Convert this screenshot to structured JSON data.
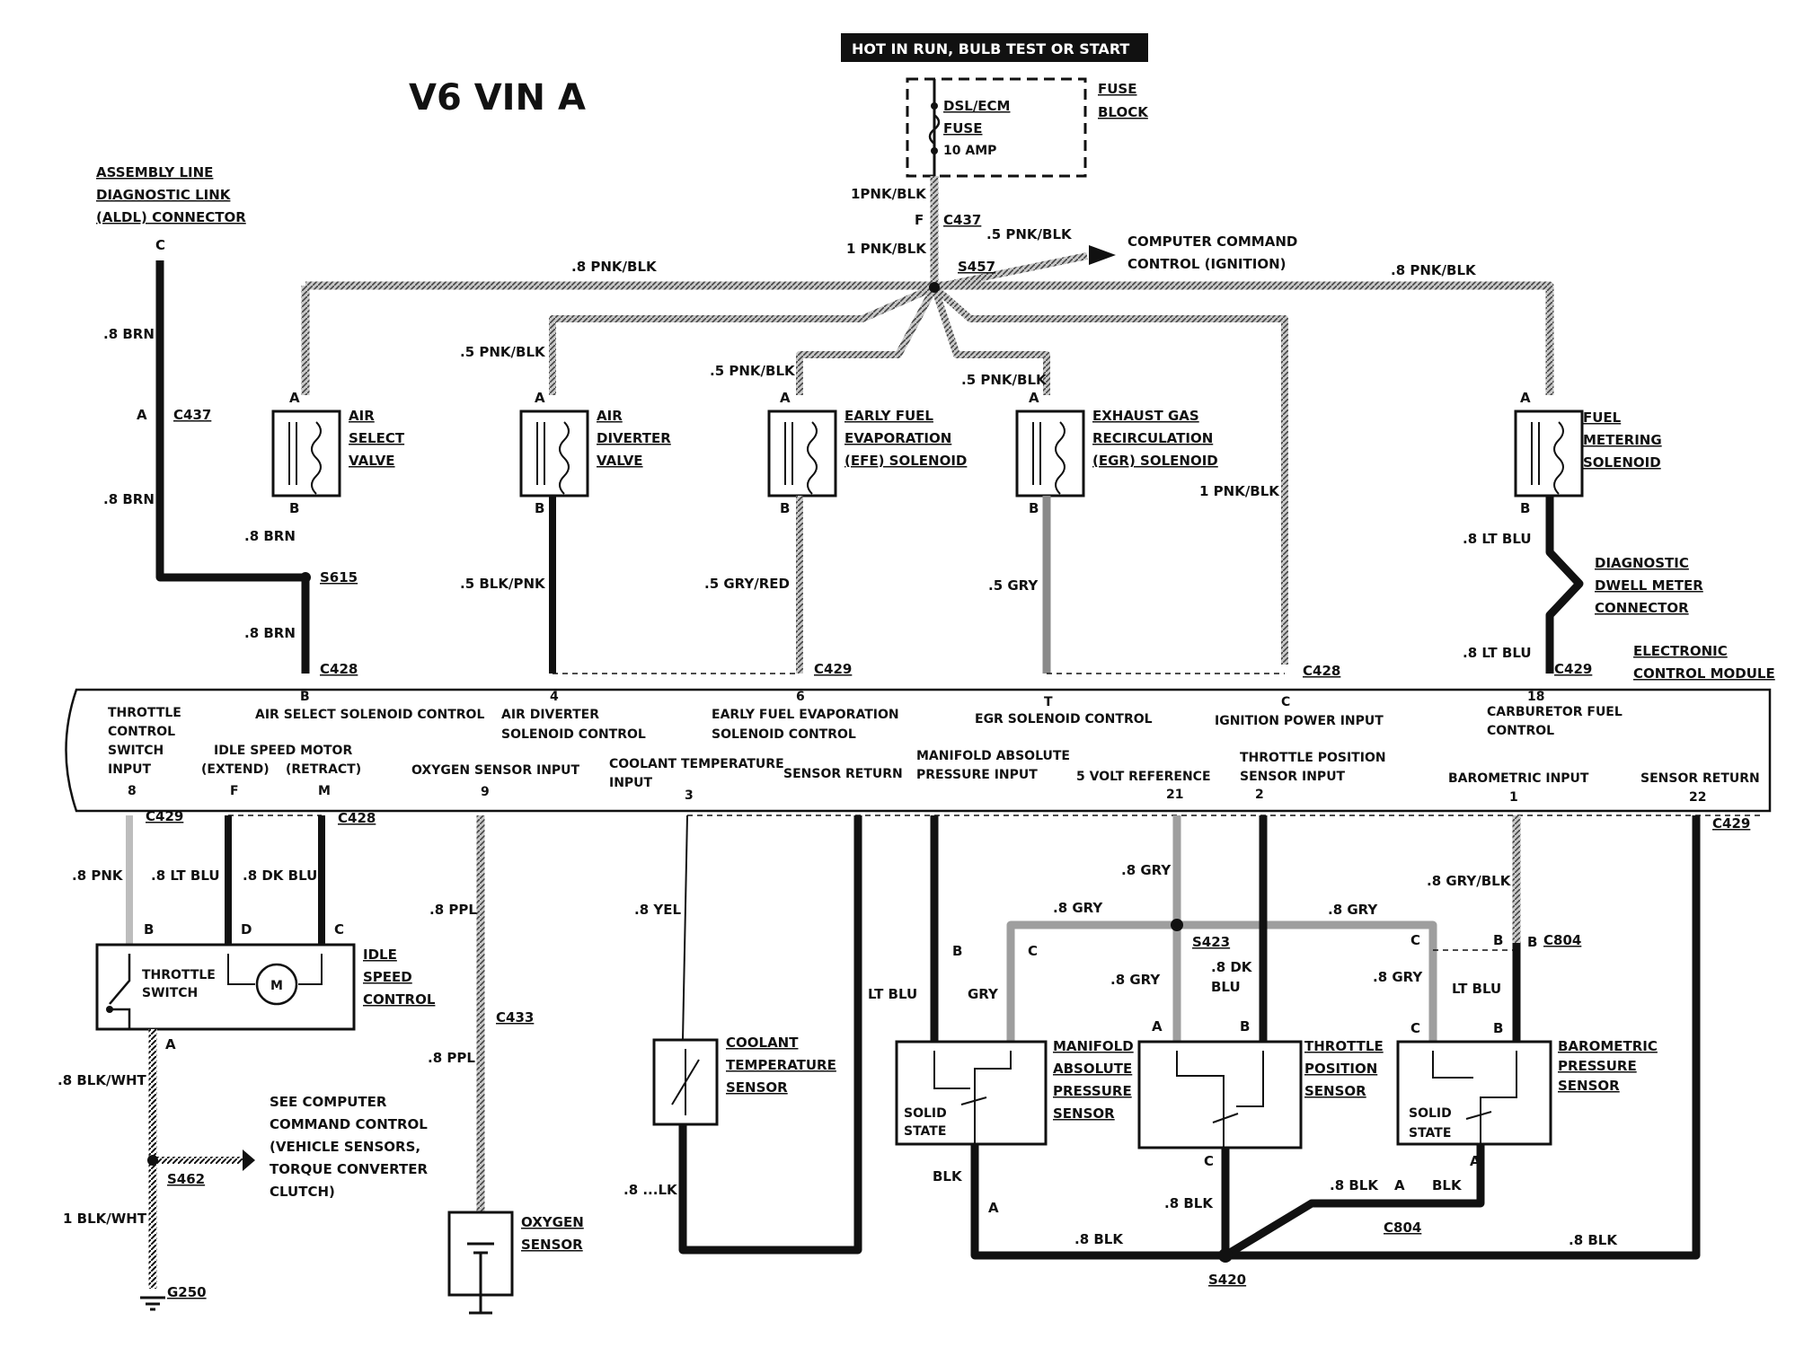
{
  "title": "V6 VIN A",
  "power_header": "HOT IN RUN,  BULB TEST OR START",
  "fuse": {
    "line1": "DSL/ECM",
    "line2": "FUSE",
    "rating": "10 AMP",
    "block1": "FUSE",
    "block2": "BLOCK"
  },
  "aldl": {
    "line1": "ASSEMBLY LINE",
    "line2": "DIAGNOSTIC LINK",
    "line3": "(ALDL) CONNECTOR",
    "pin": "C"
  },
  "computer_command": {
    "line1": "COMPUTER COMMAND",
    "line2": "CONTROL (IGNITION)"
  },
  "splices": {
    "s457": "S457",
    "s615": "S615",
    "s462": "S462",
    "s423": "S423",
    "s420": "S420"
  },
  "connectors": {
    "c437": "C437",
    "c428": "C428",
    "c429": "C429",
    "c433": "C433",
    "c804": "C804",
    "g250": "G250"
  },
  "wires": {
    "pnk_blk_1": "1PNK/BLK",
    "pnk_blk_1b": "1 PNK/BLK",
    "pnk_blk_05": ".5 PNK/BLK",
    "pnk_blk_08": ".8 PNK/BLK",
    "brn_08": ".8 BRN",
    "blk_pnk_05": ".5 BLK/PNK",
    "gry_red_05": ".5 GRY/RED",
    "gry_05": ".5 GRY",
    "lt_blu_08": ".8 LT BLU",
    "pnk_08": ".8 PNK",
    "dk_blu_08": ".8 DK BLU",
    "ppl_08": ".8 PPL",
    "yel_08": ".8 YEL",
    "blk_08": ".8 BLK",
    "blk_partial": ".8 ...LK",
    "gry_08": ".8 GRY",
    "gry_blk_08": ".8 GRY/BLK",
    "lt_blu": "LT BLU",
    "gry": "GRY",
    "blk": "BLK",
    "blk_wht_08": ".8 BLK/WHT",
    "blk_wht_1": "1 BLK/WHT",
    "dk_blu_08_a": ".8 DK",
    "dk_blu_08_b": "BLU"
  },
  "components": {
    "air_select": [
      "AIR",
      "SELECT",
      "VALVE"
    ],
    "air_diverter": [
      "AIR",
      "DIVERTER",
      "VALVE"
    ],
    "efe": [
      "EARLY FUEL",
      "EVAPORATION",
      "(EFE) SOLENOID"
    ],
    "egr": [
      "EXHAUST GAS",
      "RECIRCULATION",
      "(EGR) SOLENOID"
    ],
    "fuel_metering": [
      "FUEL",
      "METERING",
      "SOLENOID"
    ],
    "dwell": [
      "DIAGNOSTIC",
      "DWELL METER",
      "CONNECTOR"
    ],
    "ecm": [
      "ELECTRONIC",
      "CONTROL MODULE"
    ],
    "idle_speed": [
      "IDLE",
      "SPEED",
      "CONTROL"
    ],
    "throttle_switch": [
      "THROTTLE",
      "SWITCH"
    ],
    "motor": "M",
    "coolant": [
      "COOLANT",
      "TEMPERATURE",
      "SENSOR"
    ],
    "map": [
      "MANIFOLD",
      "ABSOLUTE",
      "PRESSURE",
      "SENSOR"
    ],
    "tps": [
      "THROTTLE",
      "POSITION",
      "SENSOR"
    ],
    "baro": [
      "BAROMETRIC",
      "PRESSURE",
      "SENSOR"
    ],
    "oxygen": [
      "OXYGEN",
      "SENSOR"
    ],
    "solid_state": [
      "SOLID",
      "STATE"
    ]
  },
  "see_ccc": [
    "SEE COMPUTER",
    "COMMAND CONTROL",
    "(VEHICLE SENSORS,",
    "TORQUE CONVERTER",
    "CLUTCH)"
  ],
  "ecm_top_pins": [
    {
      "pin": "B",
      "label": "AIR SELECT SOLENOID CONTROL"
    },
    {
      "pin": "4",
      "label": "AIR DIVERTER",
      "label2": "SOLENOID CONTROL"
    },
    {
      "pin": "6",
      "label": "EARLY FUEL EVAPORATION",
      "label2": "SOLENOID CONTROL"
    },
    {
      "pin": "T",
      "label": "EGR SOLENOID CONTROL"
    },
    {
      "pin": "C",
      "label": "IGNITION POWER INPUT"
    },
    {
      "pin": "18",
      "label": "CARBURETOR FUEL",
      "label2": "CONTROL"
    }
  ],
  "ecm_bottom_pins": [
    {
      "pin": "8",
      "label": [
        "THROTTLE",
        "CONTROL",
        "SWITCH",
        "INPUT"
      ]
    },
    {
      "pin": "F",
      "label": [
        "IDLE SPEED MOTOR",
        "(EXTEND)"
      ]
    },
    {
      "pin": "M",
      "label": [
        "(RETRACT)"
      ]
    },
    {
      "pin": "9",
      "label": [
        "OXYGEN SENSOR INPUT"
      ]
    },
    {
      "pin": "3",
      "label": [
        "COOLANT TEMPERATURE",
        "INPUT"
      ]
    },
    {
      "pin": "",
      "label": [
        "SENSOR RETURN"
      ]
    },
    {
      "pin": "",
      "label": [
        "MANIFOLD ABSOLUTE",
        "PRESSURE INPUT"
      ]
    },
    {
      "pin": "21",
      "label": [
        "5 VOLT REFERENCE"
      ]
    },
    {
      "pin": "2",
      "label": [
        "THROTTLE POSITION",
        "SENSOR INPUT"
      ]
    },
    {
      "pin": "1",
      "label": [
        "BAROMETRIC INPUT"
      ]
    },
    {
      "pin": "22",
      "label": [
        "SENSOR RETURN"
      ]
    }
  ],
  "pin_letters": {
    "a": "A",
    "b": "B",
    "c": "C",
    "d": "D",
    "f": "F"
  }
}
